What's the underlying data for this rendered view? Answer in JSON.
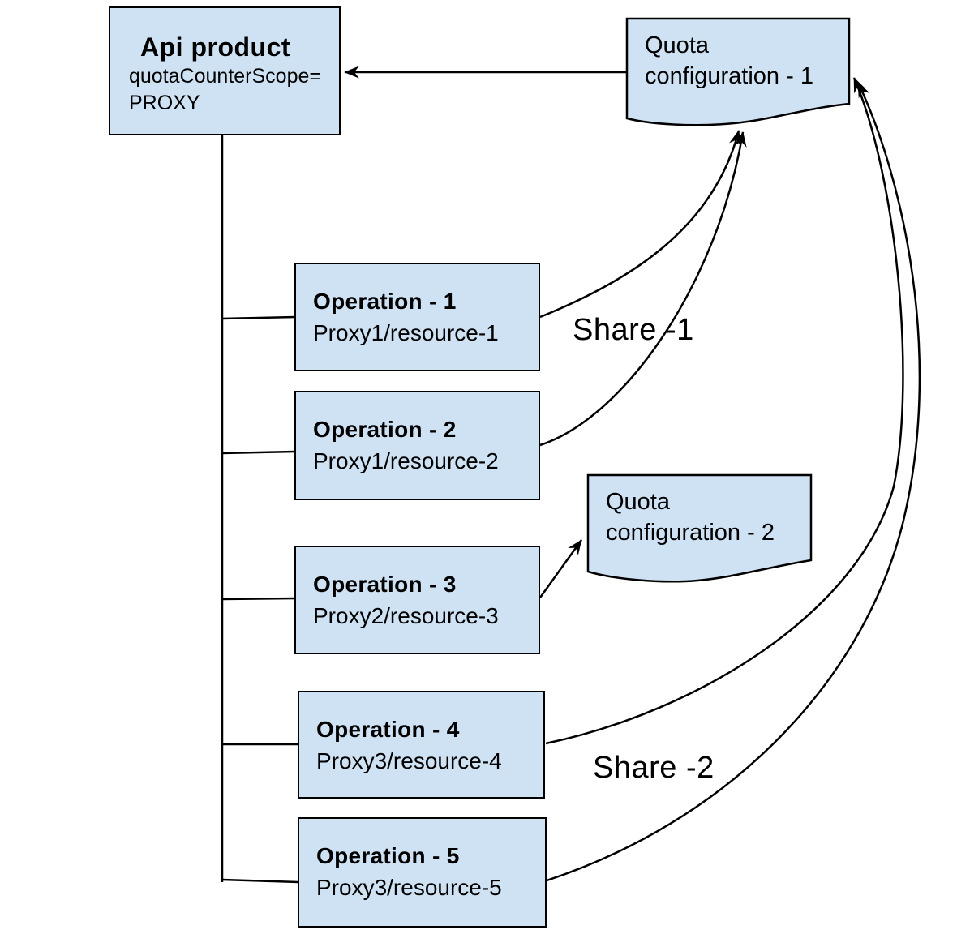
{
  "diagram": {
    "api_product": {
      "title": "Api product",
      "attr_line1": "quotaCounterScope=",
      "attr_line2": "PROXY"
    },
    "quota_config_1": {
      "line1": "Quota",
      "line2": "configuration - 1"
    },
    "quota_config_2": {
      "line1": "Quota",
      "line2": "configuration - 2"
    },
    "operations": [
      {
        "title": "Operation - 1",
        "path": "Proxy1/resource-1"
      },
      {
        "title": "Operation - 2",
        "path": "Proxy1/resource-2"
      },
      {
        "title": "Operation - 3",
        "path": "Proxy2/resource-3"
      },
      {
        "title": "Operation - 4",
        "path": "Proxy3/resource-4"
      },
      {
        "title": "Operation - 5",
        "path": "Proxy3/resource-5"
      }
    ],
    "share_labels": {
      "share1": "Share -1",
      "share2": "Share -2"
    },
    "colors": {
      "shape_fill": "#cfe2f3",
      "shape_border": "#000000",
      "connector": "#000000",
      "background": "#ffffff"
    }
  }
}
